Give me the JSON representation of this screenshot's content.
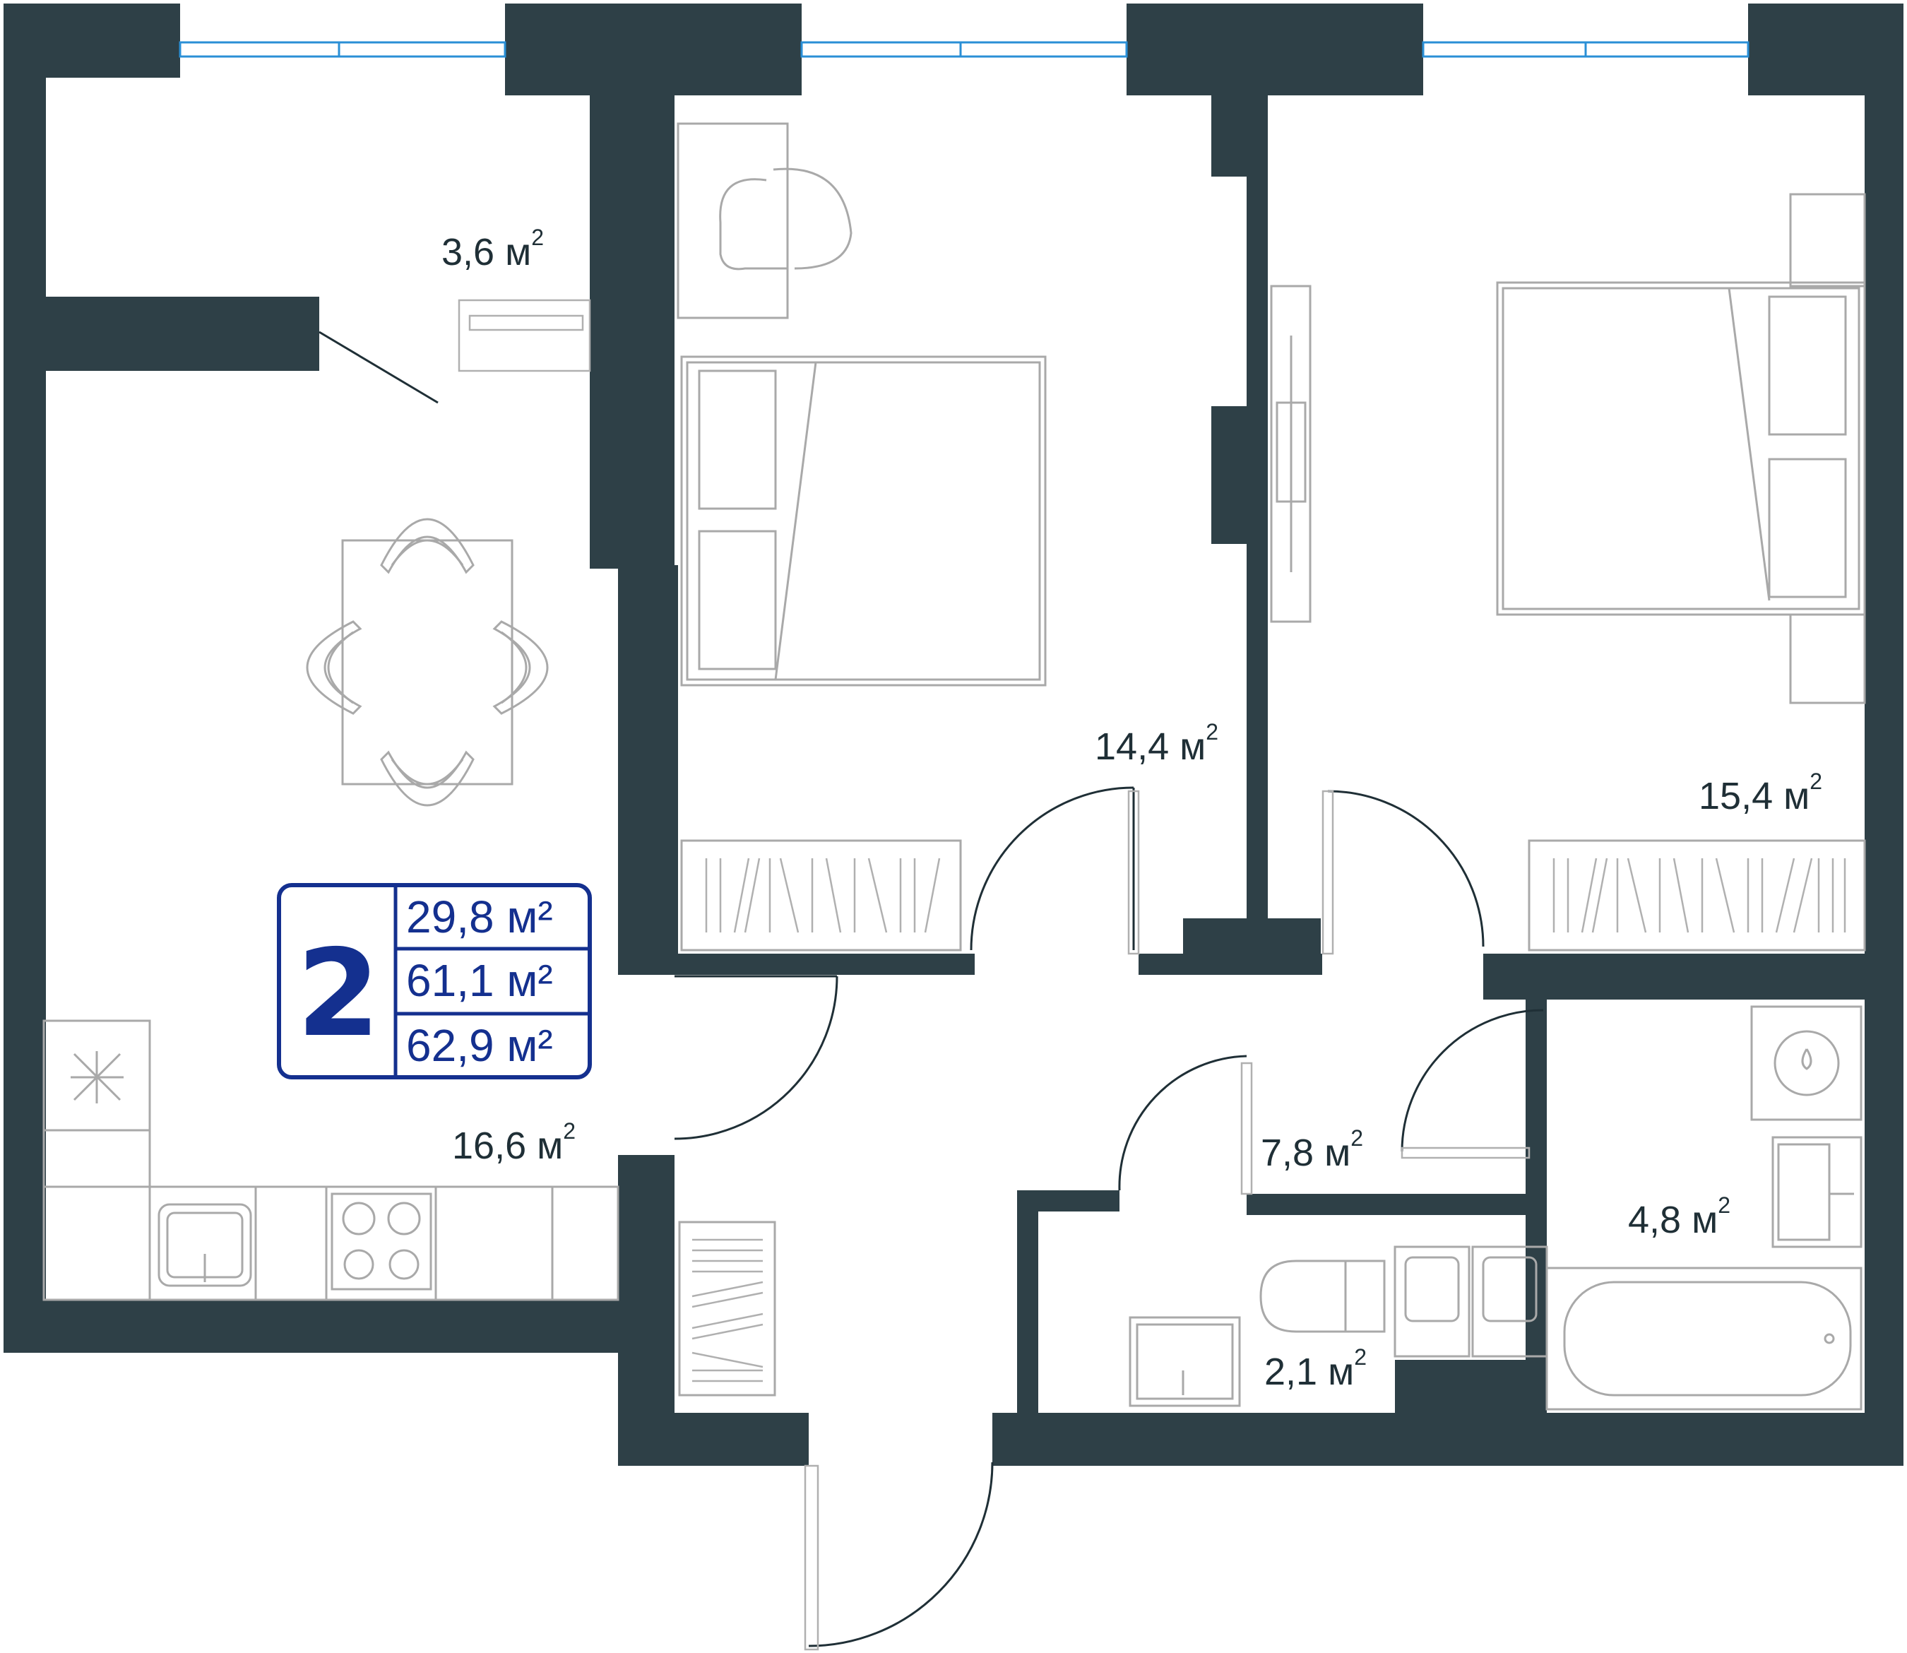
{
  "plan": {
    "rooms_count": "2",
    "areas": {
      "living": "29,8 м²",
      "total": "61,1 м²",
      "total_with_balcony": "62,9 м²"
    },
    "rooms": [
      {
        "id": "balcony",
        "area": "3,6 м",
        "sup": "2"
      },
      {
        "id": "kitchen-living",
        "area": "16,6 м",
        "sup": "2"
      },
      {
        "id": "bedroom-1",
        "area": "14,4 м",
        "sup": "2"
      },
      {
        "id": "bedroom-2",
        "area": "15,4 м",
        "sup": "2"
      },
      {
        "id": "hall",
        "area": "7,8 м",
        "sup": "2"
      },
      {
        "id": "bathroom",
        "area": "4,8 м",
        "sup": "2"
      },
      {
        "id": "toilet",
        "area": "2,1 м",
        "sup": "2"
      }
    ],
    "colors": {
      "wall": "#2e4047",
      "window": "#2a8fd6",
      "badge": "#14308f",
      "furniture": "#a9a9a9"
    }
  }
}
